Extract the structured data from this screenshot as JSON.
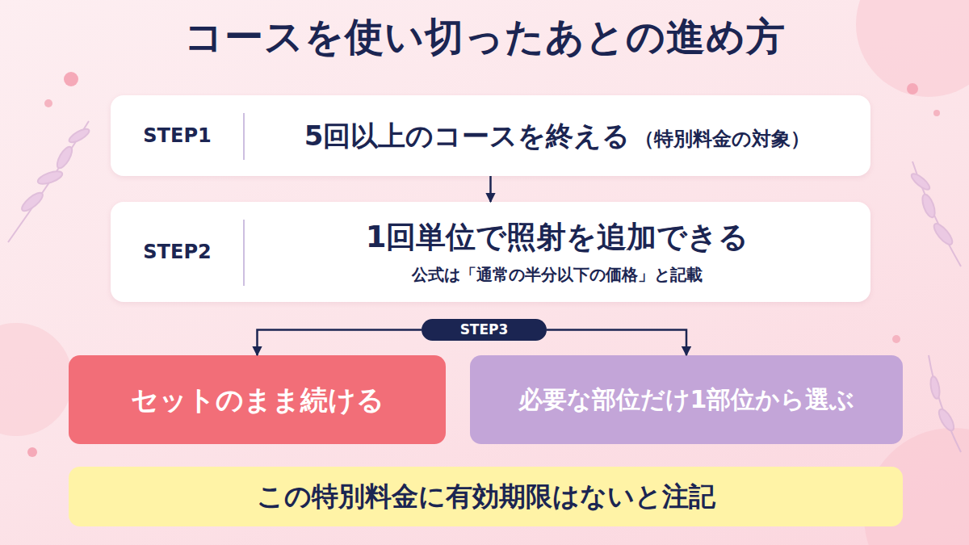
{
  "diagram": {
    "title": "コースを使い切ったあとの進め方",
    "nodes": [
      {
        "text": [
          "STEP1",
          "5回以上のコースを終える",
          "（特別料金の対象）"
        ]
      },
      {
        "text": [
          "STEP2",
          "1回単位で照射を追加できる",
          "公式は「通常の半分以下の価格」と記載"
        ]
      },
      {
        "text": [
          "STEP3"
        ]
      },
      {
        "text": [
          "セットのまま続ける"
        ]
      },
      {
        "text": [
          "必要な部位だけ1部位から選ぶ"
        ]
      },
      {
        "text": [
          "この特別料金に有効期限はないと注記"
        ]
      }
    ],
    "edges": [
      {
        "from": 0,
        "to": 1,
        "arrow": "to"
      },
      {
        "from": 2,
        "to": 3,
        "arrow": "to"
      },
      {
        "from": 2,
        "to": 4,
        "arrow": "to"
      }
    ]
  }
}
